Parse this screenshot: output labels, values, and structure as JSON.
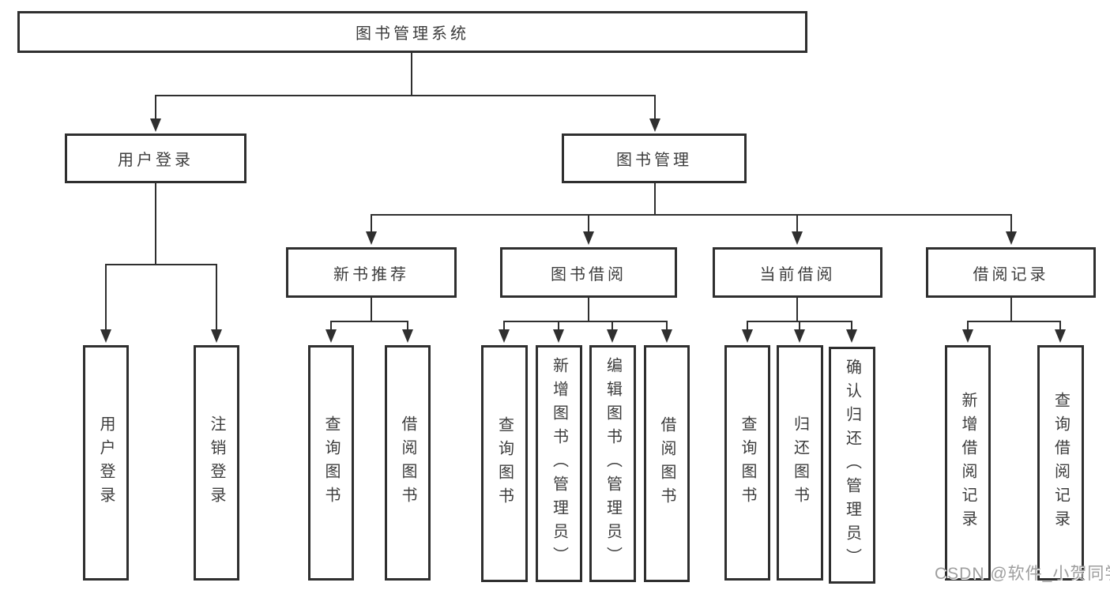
{
  "tree": {
    "root": {
      "label": "图书管理系统"
    },
    "user": {
      "label": "用户登录",
      "children": [
        {
          "label": "用户登录"
        },
        {
          "label": "注销登录"
        }
      ]
    },
    "mgmt": {
      "label": "图书管理",
      "sections": [
        {
          "label": "新书推荐",
          "children": [
            {
              "label": "查询图书"
            },
            {
              "label": "借阅图书"
            }
          ]
        },
        {
          "label": "图书借阅",
          "children": [
            {
              "label": "查询图书"
            },
            {
              "label": "新增图书（管理员）"
            },
            {
              "label": "编辑图书（管理员）"
            },
            {
              "label": "借阅图书"
            }
          ]
        },
        {
          "label": "当前借阅",
          "children": [
            {
              "label": "查询图书"
            },
            {
              "label": "归还图书"
            },
            {
              "label": "确认归还（管理员）"
            }
          ]
        },
        {
          "label": "借阅记录",
          "children": [
            {
              "label": "新增借阅记录"
            },
            {
              "label": "查询借阅记录"
            }
          ]
        }
      ]
    }
  },
  "watermark": {
    "text": "CSDN @软件_小贺同学"
  },
  "colors": {
    "line": "#2f2f2f",
    "border": "#2f2f2f",
    "text": "#3d3d3d",
    "watermark": "#9e9e9e",
    "background": "#ffffff"
  }
}
